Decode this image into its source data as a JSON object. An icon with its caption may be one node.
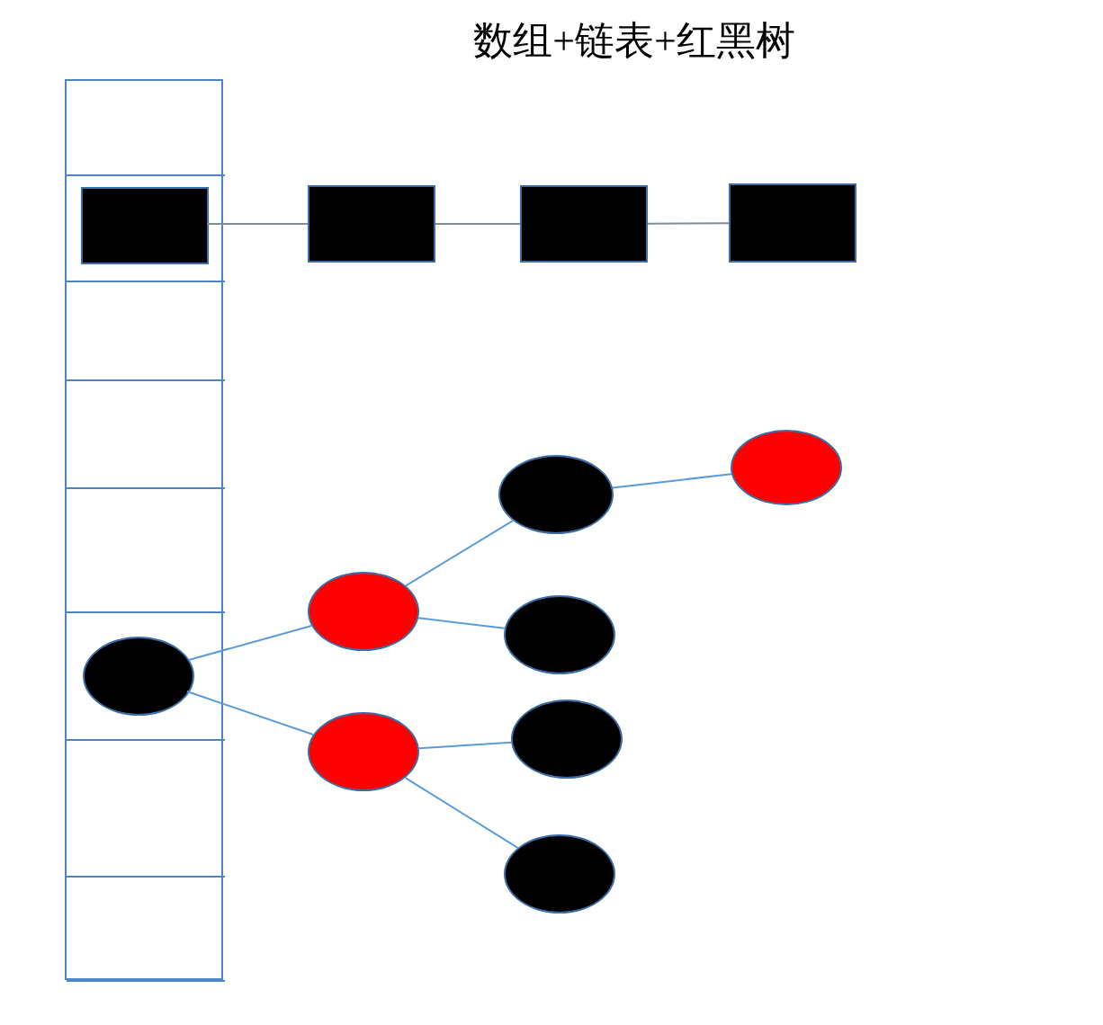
{
  "diagram": {
    "title": "数组+链表+红黑树",
    "nodes": [
      {
        "text": [],
        "shape": "box"
      },
      {
        "text": [],
        "shape": "box",
        "in": 0
      },
      {
        "text": [],
        "shape": "box",
        "in": 0
      },
      {
        "text": [],
        "shape": "box",
        "in": 0
      },
      {
        "text": [],
        "shape": "box",
        "in": 0
      },
      {
        "text": [],
        "shape": "box",
        "in": 0
      },
      {
        "text": [],
        "shape": "box",
        "in": 0
      },
      {
        "text": [],
        "shape": "box",
        "in": 0
      },
      {
        "text": [],
        "shape": "box",
        "in": 0
      },
      {
        "text": [],
        "shape": "box",
        "in": 2
      },
      {
        "text": [],
        "shape": "box"
      },
      {
        "text": [],
        "shape": "box"
      },
      {
        "text": [],
        "shape": "box"
      },
      {
        "text": [],
        "shape": "circle",
        "in": 6
      },
      {
        "text": [],
        "shape": "circle"
      },
      {
        "text": [],
        "shape": "circle"
      },
      {
        "text": [],
        "shape": "circle"
      },
      {
        "text": [],
        "shape": "circle"
      },
      {
        "text": [],
        "shape": "circle"
      },
      {
        "text": [],
        "shape": "circle"
      },
      {
        "text": [],
        "shape": "circle"
      }
    ],
    "edges": [
      {
        "from": 9,
        "to": 10,
        "arrow": "none",
        "color": "#7f8c99"
      },
      {
        "from": 10,
        "to": 11,
        "arrow": "none",
        "color": "#7f8c99"
      },
      {
        "from": 11,
        "to": 12,
        "arrow": "none",
        "color": "#7f8c99"
      },
      {
        "from": 13,
        "to": 14,
        "arrow": "none"
      },
      {
        "from": 13,
        "to": 15,
        "arrow": "none"
      },
      {
        "from": 14,
        "to": 16,
        "arrow": "none"
      },
      {
        "from": 16,
        "to": 17,
        "arrow": "none"
      },
      {
        "from": 14,
        "to": 18,
        "arrow": "none"
      },
      {
        "from": 15,
        "to": 19,
        "arrow": "none"
      },
      {
        "from": 15,
        "to": 20,
        "arrow": "none"
      }
    ]
  }
}
